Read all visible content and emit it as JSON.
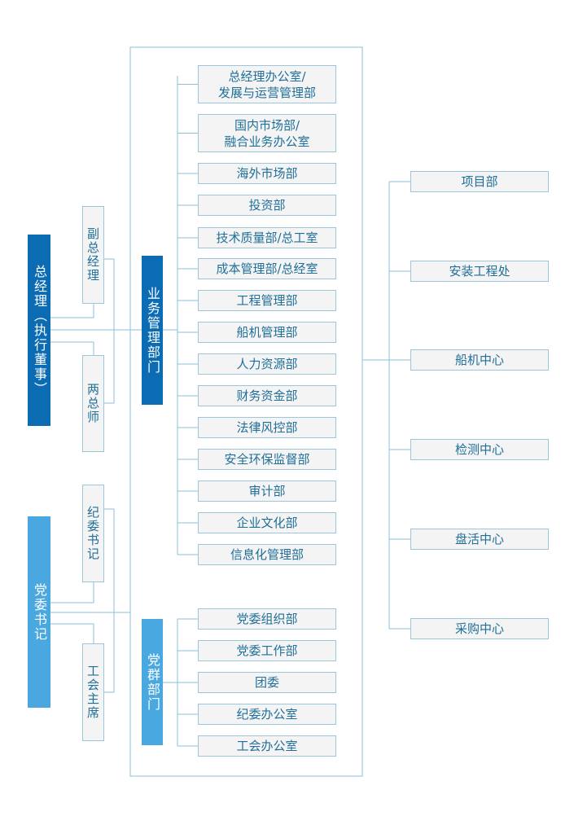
{
  "colors": {
    "dark_blue": "#0b6cb3",
    "light_blue": "#49a8e0",
    "line": "#8cbfd8",
    "text": "#1f6f9a",
    "box_bg": "#f4f4f4"
  },
  "leaders": {
    "general_manager": "总经理（执行董事）",
    "party_secretary": "党委书记"
  },
  "deputies": {
    "vice_gm": "副总经理",
    "two_chiefs": "两总师",
    "discipline_secretary": "纪委书记",
    "union_chair": "工会主席"
  },
  "groups": {
    "business": "业务管理部门",
    "party": "党群部门"
  },
  "business_departments": [
    [
      "总经理办公室/",
      "发展与运营管理部"
    ],
    [
      "国内市场部/",
      "融合业务办公室"
    ],
    [
      "海外市场部"
    ],
    [
      "投资部"
    ],
    [
      "技术质量部/总工室"
    ],
    [
      "成本管理部/总经室"
    ],
    [
      "工程管理部"
    ],
    [
      "船机管理部"
    ],
    [
      "人力资源部"
    ],
    [
      "财务资金部"
    ],
    [
      "法律风控部"
    ],
    [
      "安全环保监督部"
    ],
    [
      "审计部"
    ],
    [
      "企业文化部"
    ],
    [
      "信息化管理部"
    ]
  ],
  "party_departments": [
    "党委组织部",
    "党委工作部",
    "团委",
    "纪委办公室",
    "工会办公室"
  ],
  "centers": [
    "项目部",
    "安装工程处",
    "船机中心",
    "检测中心",
    "盘活中心",
    "采购中心"
  ]
}
